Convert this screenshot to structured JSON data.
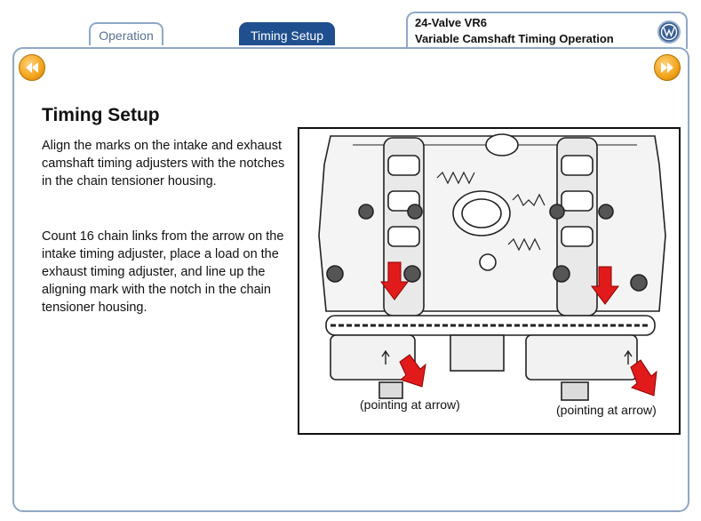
{
  "tabs": {
    "operation": "Operation",
    "timing_setup": "Timing Setup"
  },
  "header": {
    "line1": "24-Valve VR6",
    "line2": "Variable Camshaft Timing Operation",
    "logo": "vw-logo-icon"
  },
  "nav": {
    "prev_icon": "rewind-icon",
    "next_icon": "fast-forward-icon"
  },
  "content": {
    "heading": "Timing Setup",
    "paragraph1": "Align the marks on the intake and exhaust camshaft timing adjusters with the notches in the chain tensioner housing.",
    "paragraph2": "Count 16 chain links from the arrow on the intake timing adjuster, place a load on the exhaust timing adjuster, and line up the aligning mark with the notch in the chain tensioner housing."
  },
  "figure": {
    "caption_left": "(pointing at arrow)",
    "caption_right": "(pointing at arrow)",
    "accent": "#e11b1b"
  }
}
